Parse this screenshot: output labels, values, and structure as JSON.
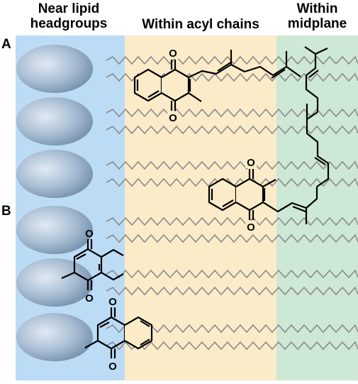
{
  "regions": [
    {
      "key": "headgroups",
      "title_line1": "Near lipid",
      "title_line2": "headgroups",
      "color": "#bcdcf6"
    },
    {
      "key": "acyl",
      "title_line1": "Within acyl chains",
      "title_line2": "",
      "color": "#fcebc8"
    },
    {
      "key": "midplane",
      "title_line1": "Within",
      "title_line2": "midplane",
      "color": "#cde8d4"
    }
  ],
  "panel_labels": {
    "a": "A",
    "b": "B"
  },
  "atom_labels": {
    "oxygen": "O"
  },
  "colors": {
    "headgroup_dark": "#6e8aa8",
    "headgroup_light": "#dfe8f2",
    "tail": "#8c8c8c",
    "bond": "#000000"
  }
}
